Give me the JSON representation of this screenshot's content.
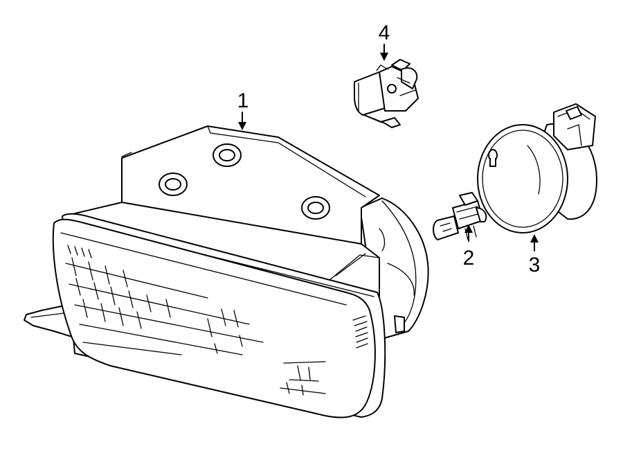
{
  "callouts": {
    "c1": {
      "label": "1"
    },
    "c2": {
      "label": "2"
    },
    "c3": {
      "label": "3"
    },
    "c4": {
      "label": "4"
    }
  }
}
